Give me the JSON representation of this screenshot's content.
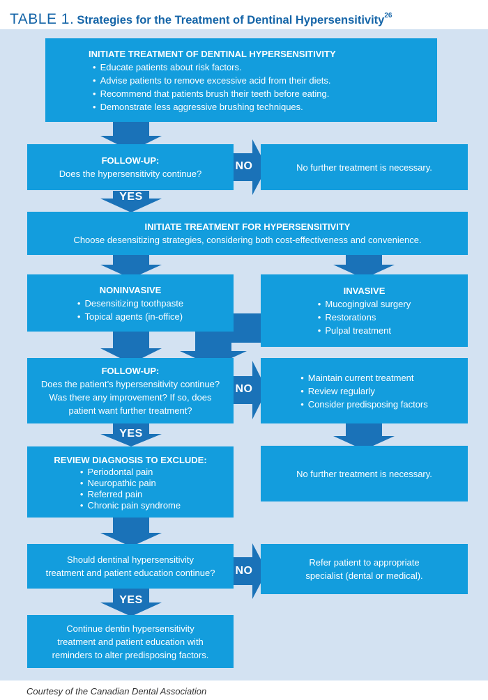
{
  "title": {
    "lead": "TABLE 1.",
    "rest": "Strategies for the Treatment of Dentinal Hypersensitivity",
    "sup": "26"
  },
  "initiate": {
    "heading": "INITIATE TREATMENT OF DENTINAL HYPERSENSITIVITY",
    "items": [
      "Educate patients about risk factors.",
      "Advise patients to remove excessive acid from their diets.",
      "Recommend that patients brush their teeth before eating.",
      "Demonstrate less aggressive brushing techniques."
    ]
  },
  "followup1": {
    "heading": "FOLLOW-UP:",
    "question": "Does the hypersensitivity continue?"
  },
  "no_further_1": "No further treatment is necessary.",
  "labels": {
    "yes": "YES",
    "no": "NO"
  },
  "initiate2": {
    "heading": "INITIATE TREATMENT FOR HYPERSENSITIVITY",
    "text": "Choose desensitizing strategies, considering both cost-effectiveness and convenience."
  },
  "noninvasive": {
    "heading": "NONINVASIVE",
    "items": [
      "Desensitizing toothpaste",
      "Topical agents (in-office)"
    ]
  },
  "invasive": {
    "heading": "INVASIVE",
    "items": [
      "Mucogingival surgery",
      "Restorations",
      "Pulpal treatment"
    ]
  },
  "followup2": {
    "heading": "FOLLOW-UP:",
    "lines": [
      "Does the patient’s hypersensitivity continue?",
      "Was there any improvement? If so, does",
      "patient want further treatment?"
    ]
  },
  "maintain": {
    "items": [
      "Maintain current treatment",
      "Review regularly",
      "Consider predisposing factors"
    ]
  },
  "review": {
    "heading": "REVIEW DIAGNOSIS TO EXCLUDE:",
    "items": [
      "Periodontal pain",
      "Neuropathic pain",
      "Referred pain",
      "Chronic pain syndrome"
    ]
  },
  "no_further_2": "No further treatment is necessary.",
  "should": {
    "lines": [
      "Should dentinal hypersensitivity",
      "treatment and patient education continue?"
    ]
  },
  "refer": {
    "lines": [
      "Refer patient to appropriate",
      "specialist (dental or medical)."
    ]
  },
  "continue": {
    "lines": [
      "Continue dentin hypersensitivity",
      "treatment and patient education with",
      "reminders to alter predisposing factors."
    ]
  },
  "caption": "Courtesy of the Canadian Dental Association",
  "colors": {
    "box": "#139ddd",
    "arrow": "#1a72b8",
    "panel": "#d3e2f2",
    "title": "#1565a8"
  }
}
